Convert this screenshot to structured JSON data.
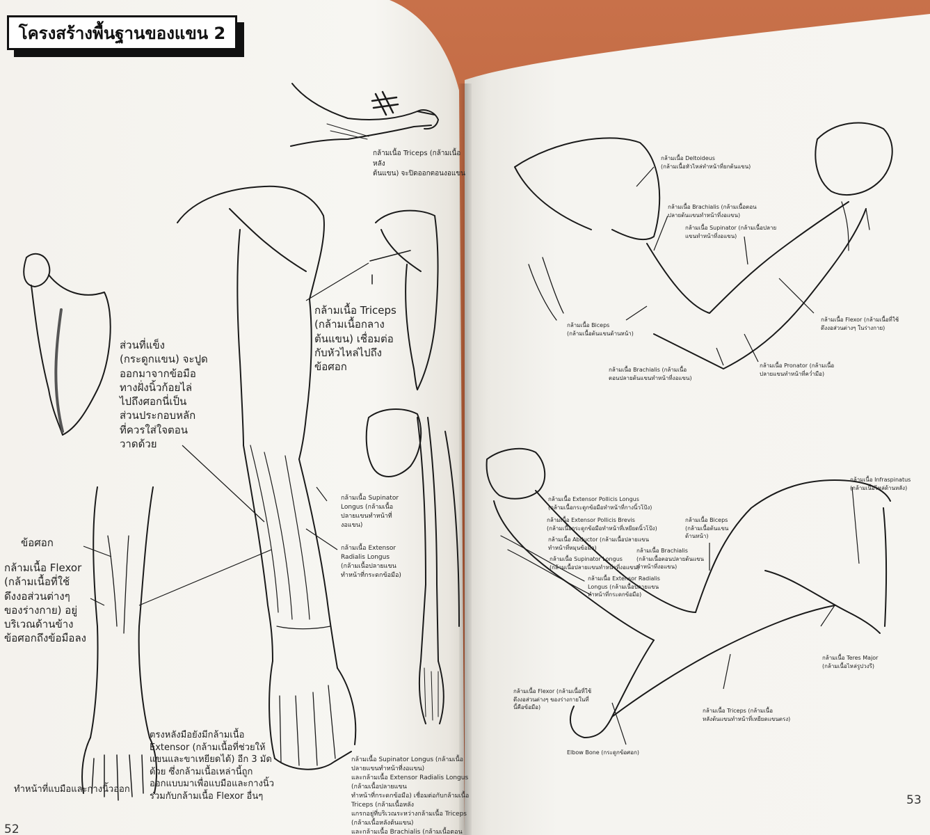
{
  "left_page": {
    "title": "โครงสร้างพื้นฐานของแขน 2",
    "page_number": "52",
    "labels": {
      "triceps_top": "กล้ามเนื้อ Triceps (กล้ามเนื้อหลัง\nต้นแขน) จะปิดออกตอนงอแขน",
      "triceps_mid": "กล้ามเนื้อ Triceps\n(กล้ามเนื้อกลาง\nต้นแขน) เชื่อมต่อ\nกับหัวไหล่ไปถึง\nข้อศอก",
      "hard_part": "ส่วนที่แข็ง\n(กระดูกแขน) จะปูด\nออกมาจากข้อมือ\nทางฝั่งนิ้วก้อยไล่\nไปถึงศอกนี่เป็น\nส่วนประกอบหลัก\nที่ควรใส่ใจตอน\nวาดด้วย",
      "elbow": "ข้อศอก",
      "flexor": "กล้ามเนื้อ Flexor\n(กล้ามเนื้อที่ใช้\nดึงงอส่วนต่างๆ\nของร่างกาย) อยู่\nบริเวณด้านข้าง\nข้อศอกถึงข้อมือลง",
      "supinator": "กล้ามเนื้อ Supinator\nLongus (กล้ามเนื้อ\nปลายแขนทำหน้าที่\nงอแขน)",
      "extensor_radialis": "กล้ามเนื้อ Extensor\nRadialis Longus\n(กล้ามเนื้อปลายแขน\nทำหน้าที่กระดกข้อมือ)",
      "extensor_back": "ตรงหลังมือยังมีกล้ามเนื้อ\nExtensor (กล้ามเนื้อที่ช่วยให้\nแขนและขาเหยียดได้) อีก 3 มัด\nด้วย ซึ่งกล้ามเนื้อเหล่านี้ถูก\nออกแบบมาเพื่อแบมือและกางนิ้ว\nร่วมกับกล้ามเนื้อ Flexor อื่นๆ",
      "open_hand": "ทำหน้าที่แบมือและกางนิ้วออก",
      "bottom_note": "กล้ามเนื้อ Supinator Longus (กล้ามเนื้อปลายแขนทำหน้าที่งอแขน)\nและกล้ามเนื้อ Extensor Radialis Longus (กล้ามเนื้อปลายแขน\nทำหน้าที่กระดกข้อมือ) เชื่อมต่อกับกล้ามเนื้อ Triceps (กล้ามเนื้อหลัง\nแกรกอยู่ที่บริเวณระหว่างกล้ามเนื้อ Triceps (กล้ามเนื้อหลังต้นแขน)\nและกล้ามเนื้อ Brachialis (กล้ามเนื้อตอนปลายต้นแขน)"
    }
  },
  "right_page": {
    "page_number": "53",
    "labels": {
      "deltoideus": "กล้ามเนื้อ Deltoideus\n(กล้ามเนื้อหัวไหล่ทำหน้าที่ยกต้นแขน)",
      "brachialis_top": "กล้ามเนื้อ Brachialis (กล้ามเนื้อตอน\nปลายต้นแขนทำหน้าที่งอแขน)",
      "supinator": "กล้ามเนื้อ Supinator (กล้ามเนื้อปลาย\nแขนทำหน้าที่งอแขน)",
      "biceps_top": "กล้ามเนื้อ Biceps\n(กล้ามเนื้อต้นแขนด้านหน้า)",
      "flexor_top": "กล้ามเนื้อ Flexor (กล้ามเนื้อที่ใช้\nดึงงอส่วนต่างๆ ในร่างกาย)",
      "brachialis_bottom": "กล้ามเนื้อ Brachialis (กล้ามเนื้อ\nตอนปลายต้นแขนทำหน้าที่งอแขน)",
      "pronator": "กล้ามเนื้อ Pronator (กล้ามเนื้อ\nปลายแขนทำหน้าที่คว่ำมือ)",
      "ext_pollicis_longus": "กล้ามเนื้อ Extensor Pollicis Longus\n(กล้ามเนื้อกระดูกข้อมือทำหน้าที่กางนิ้วโป้ง)",
      "ext_pollicis_brevis": "กล้ามเนื้อ Extensor Pollicis Brevis\n(กล้ามเนื้อกระดูกข้อมือทำหน้าที่เหยียดนิ้วโป้ง)",
      "abductor": "กล้ามเนื้อ Abductor (กล้ามเนื้อปลายแขน\nทำหน้าที่หมุนข้อมือ)",
      "supinator_longus": "กล้ามเนื้อ Supinator Longus\n(กล้ามเนื้อปลายแขนทำหน้าที่งอแขน)",
      "ext_radialis": "กล้ามเนื้อ Extensor Radialis\nLongus (กล้ามเนื้อปลายแขน\nทำหน้าที่กระดกข้อมือ)",
      "infraspinatus": "กล้ามเนื้อ Infraspinatus\n(กล้ามเนื้อไหล่ด้านหลัง)",
      "biceps_bottom": "กล้ามเนื้อ Biceps\n(กล้ามเนื้อต้นแขน\nด้านหน้า)",
      "brachialis_mid": "กล้ามเนื้อ Brachialis\n(กล้ามเนื้อตอนปลายต้นแขน\nทำหน้าที่งอแขน)",
      "teres_major": "กล้ามเนื้อ Teres Major\n(กล้ามเนื้อไหล่รูปวงรี)",
      "flexor_bottom": "กล้ามเนื้อ Flexor (กล้ามเนื้อที่ใช้\nดึงงอส่วนต่างๆ ของร่างกายในที่\nนี้คือข้อมือ)",
      "triceps": "กล้ามเนื้อ Triceps (กล้ามเนื้อ\nหลังต้นแขนทำหน้าที่เหยียดแขนตรง)",
      "elbow_bone": "Elbow Bone (กระดูกข้อศอก)"
    }
  }
}
